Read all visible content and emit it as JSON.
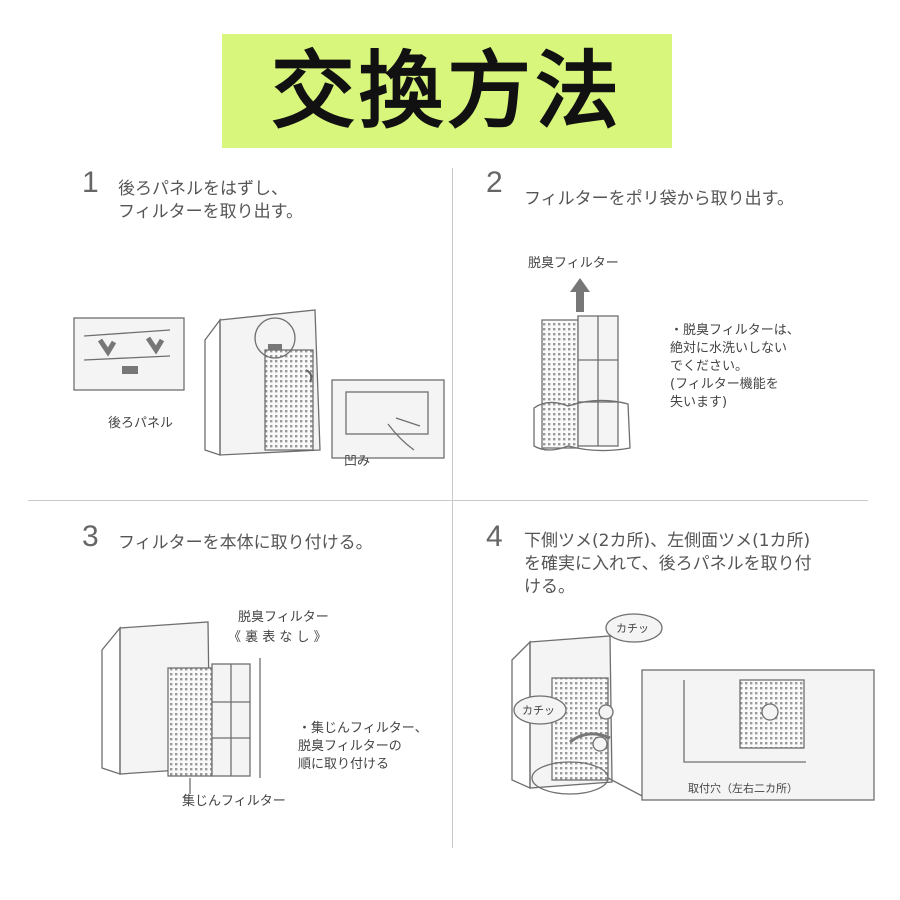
{
  "title": "交換方法",
  "steps": [
    {
      "num": "1",
      "text": "後ろパネルをはずし、\nフィルターを取り出す。"
    },
    {
      "num": "2",
      "text": "フィルターをポリ袋から取り出す。"
    },
    {
      "num": "3",
      "text": "フィルターを本体に取り付ける。"
    },
    {
      "num": "4",
      "text": "下側ツメ(2カ所)、左側面ツメ(1カ所)\nを確実に入れて、後ろパネルを取り付\nける。"
    }
  ],
  "labels": {
    "back_panel": "後ろパネル",
    "dent": "凹み",
    "deodorant_filter": "脱臭フィルター",
    "deodorant_filter_no_side": "脱臭フィルター",
    "no_front_back": "《 裏 表 な し 》",
    "dust_filter": "集じんフィルター",
    "click1": "カチッ",
    "click2": "カチッ",
    "mount_hole": "取付穴（左右二カ所）"
  },
  "notes": {
    "step2": "・脱臭フィルターは、\n 絶対に水洗いしない\n でください。\n (フィルター機能を\n 失います)",
    "step3": "・集じんフィルター、\n 脱臭フィルターの\n 順に取り付ける"
  },
  "colors": {
    "title_bg": "#d8f57c",
    "divider": "#c9c9c9"
  }
}
